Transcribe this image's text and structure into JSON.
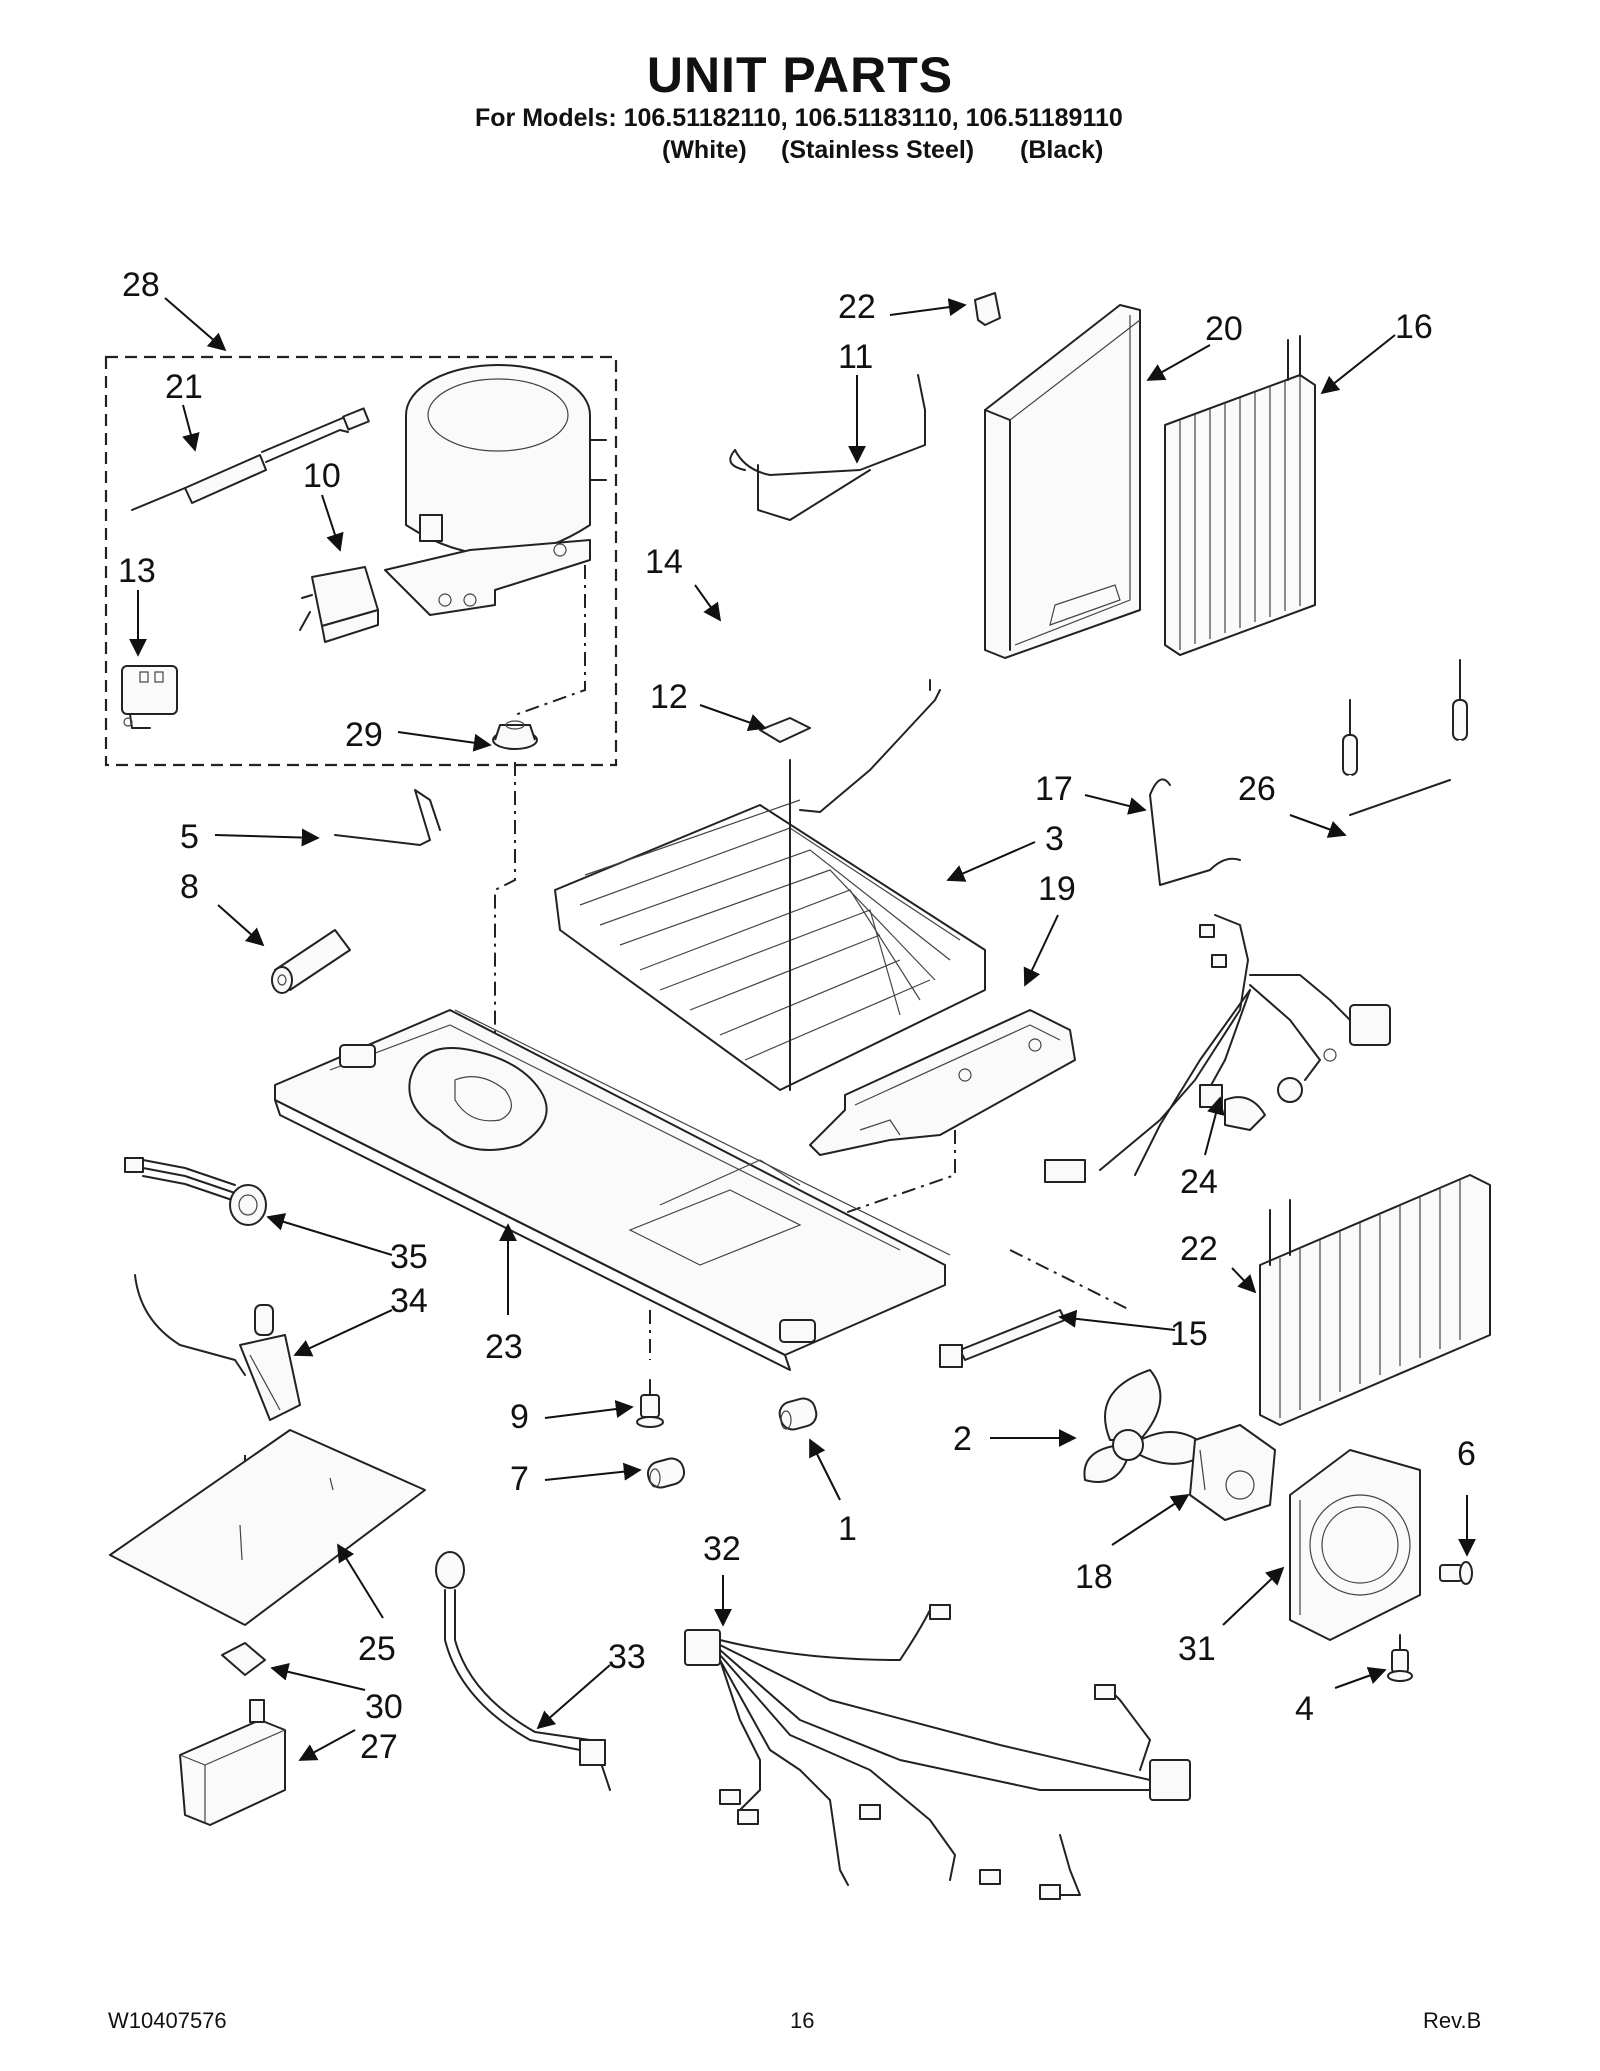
{
  "header": {
    "title": "UNIT PARTS",
    "models_line": "For Models: 106.51182110, 106.51183110, 106.51189110",
    "variants": [
      "(White)",
      "(Stainless Steel)",
      "(Black)"
    ]
  },
  "footer": {
    "doc_number": "W10407576",
    "page_number": "16",
    "revision": "Rev.B"
  },
  "callouts": [
    "28",
    "21",
    "10",
    "13",
    "29",
    "22",
    "11",
    "20",
    "16",
    "14",
    "12",
    "17",
    "26",
    "3",
    "19",
    "5",
    "8",
    "24",
    "22",
    "35",
    "23",
    "15",
    "34",
    "9",
    "2",
    "6",
    "7",
    "1",
    "32",
    "18",
    "31",
    "25",
    "33",
    "4",
    "30",
    "27"
  ]
}
